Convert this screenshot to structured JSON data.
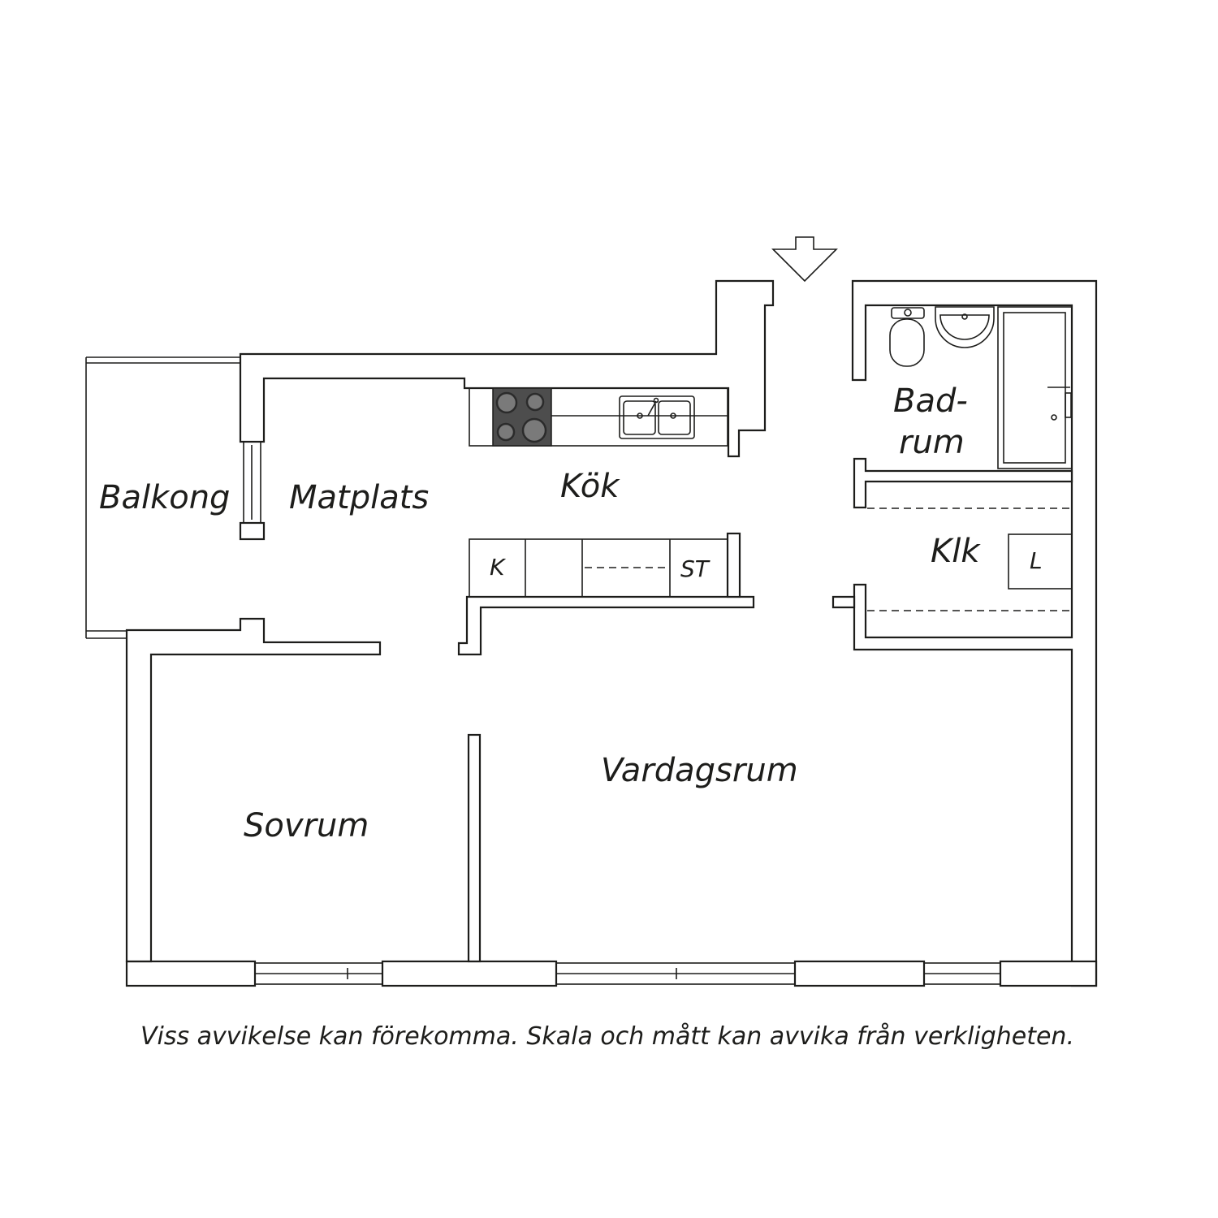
{
  "rooms": {
    "balkong": "Balkong",
    "matplats": "Matplats",
    "kok": "Kök",
    "badrum_line1": "Bad-",
    "badrum_line2": "rum",
    "klk": "Klk",
    "vardagsrum": "Vardagsrum",
    "sovrum": "Sovrum"
  },
  "fixtures": {
    "fridge": "K",
    "wardrobe": "ST",
    "linen_closet": "L"
  },
  "disclaimer": "Viss avvikelse kan förekomma. Skala och mått kan avvika från verkligheten."
}
